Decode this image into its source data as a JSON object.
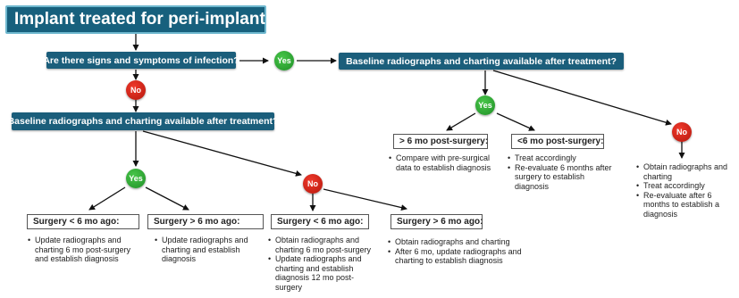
{
  "title": "Implant treated for peri-implantitis",
  "q_infection": "Are there signs and symptoms of infection?",
  "q_baseline_top": "Baseline radiographs and charting available after treatment?",
  "q_baseline_left": "Baseline radiographs and charting available after treatment?",
  "labels": {
    "yes": "Yes",
    "no": "No"
  },
  "top_branches": [
    {
      "heading": "> 6 mo post-surgery:",
      "items": [
        "Compare with pre-surgical data to establish diagnosis"
      ]
    },
    {
      "heading": "<6 mo post-surgery:",
      "items": [
        "Treat accordingly",
        "Re-evaluate 6 months after surgery to establish diagnosis"
      ]
    },
    {
      "heading": "",
      "items": [
        "Obtain radiographs and charting",
        "Treat accordingly",
        "Re-evaluate after 6 months to establish a diagnosis"
      ]
    }
  ],
  "bottom_branches": [
    {
      "heading": "Surgery < 6 mo ago:",
      "items": [
        "Update radiographs and charting 6 mo post-surgery and establish diagnosis"
      ]
    },
    {
      "heading": "Surgery > 6 mo ago:",
      "items": [
        "Update radiographs and charting and establish diagnosis"
      ]
    },
    {
      "heading": "Surgery < 6 mo ago:",
      "items": [
        "Obtain radiographs and charting 6 mo post-surgery",
        "Update radiographs and charting and establish diagnosis 12 mo post-surgery"
      ]
    },
    {
      "heading": "Surgery > 6 mo ago:",
      "items": [
        "Obtain radiographs and charting",
        "After 6 mo, update radiographs and charting to establish diagnosis"
      ]
    }
  ]
}
